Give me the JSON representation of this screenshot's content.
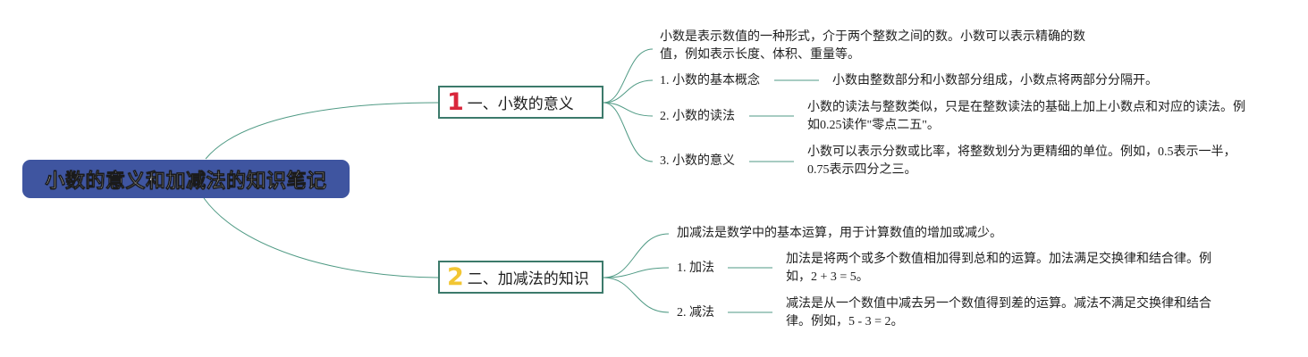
{
  "root": {
    "label": "小数的意义和加减法的知识笔记",
    "color": "#3f55a0"
  },
  "branches": [
    {
      "number": "1",
      "number_color": "#d9263b",
      "label": "一、小数的意义",
      "intro": "小数是表示数值的一种形式，介于两个整数之间的数。小数可以表示精确的数值，例如表示长度、体积、重量等。",
      "items": [
        {
          "label": "1. 小数的基本概念",
          "detail": "小数由整数部分和小数部分组成，小数点将两部分分隔开。"
        },
        {
          "label": "2. 小数的读法",
          "detail": "小数的读法与整数类似，只是在整数读法的基础上加上小数点和对应的读法。例如0.25读作\"零点二五\"。"
        },
        {
          "label": "3. 小数的意义",
          "detail": "小数可以表示分数或比率，将整数划分为更精细的单位。例如，0.5表示一半，0.75表示四分之三。"
        }
      ]
    },
    {
      "number": "2",
      "number_color": "#f2c633",
      "label": "二、加减法的知识",
      "intro": "加减法是数学中的基本运算，用于计算数值的增加或减少。",
      "items": [
        {
          "label": "1. 加法",
          "detail": "加法是将两个或多个数值相加得到总和的运算。加法满足交换律和结合律。例如，2 + 3 = 5。"
        },
        {
          "label": "2. 减法",
          "detail": "减法是从一个数值中减去另一个数值得到差的运算。减法不满足交换律和结合律。例如，5 - 3 = 2。"
        }
      ]
    }
  ],
  "line_color": "#4f9a84"
}
